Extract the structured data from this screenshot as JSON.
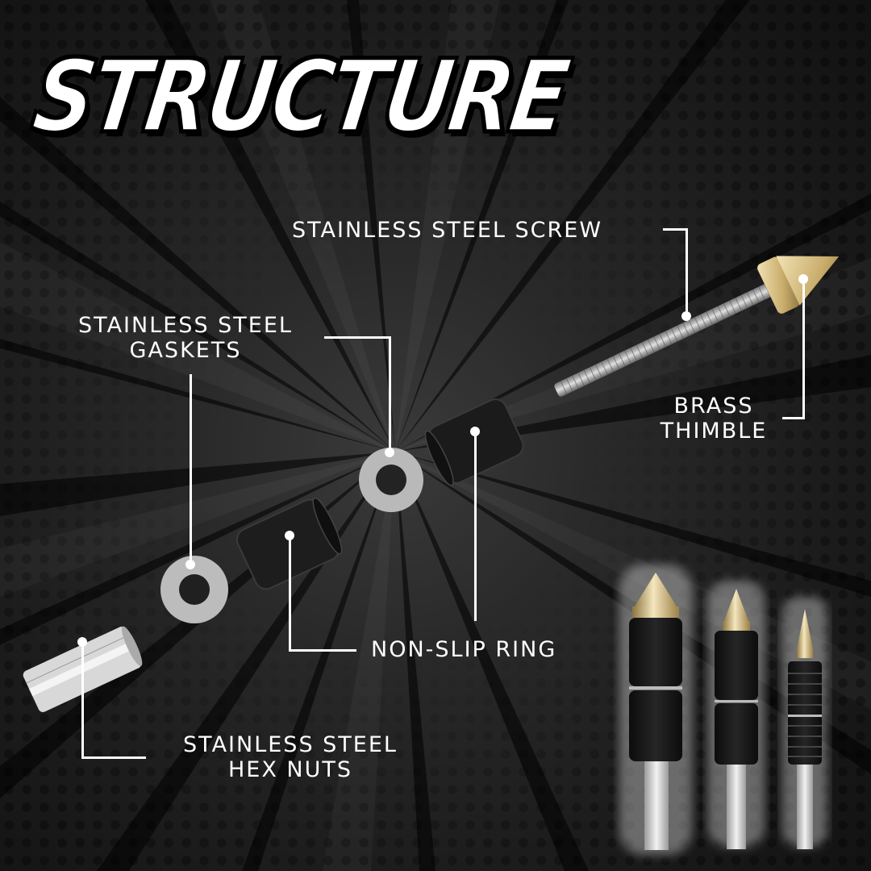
{
  "title": "STRUCTURE",
  "labels": {
    "screw": "STAINLESS STEEL SCREW",
    "gaskets_line1": "STAINLESS STEEL",
    "gaskets_line2": "GASKETS",
    "thimble_line1": "BRASS",
    "thimble_line2": "THIMBLE",
    "ring": "NON-SLIP RING",
    "hexnuts_line1": "STAINLESS STEEL",
    "hexnuts_line2": "HEX NUTS"
  },
  "colors": {
    "background": "#1c1c1c",
    "text": "#ffffff",
    "brass": "#d9c28a",
    "steel": "#bdbdbd",
    "rubber": "#161616"
  },
  "products": [
    {
      "size": "large"
    },
    {
      "size": "medium"
    },
    {
      "size": "small"
    }
  ]
}
